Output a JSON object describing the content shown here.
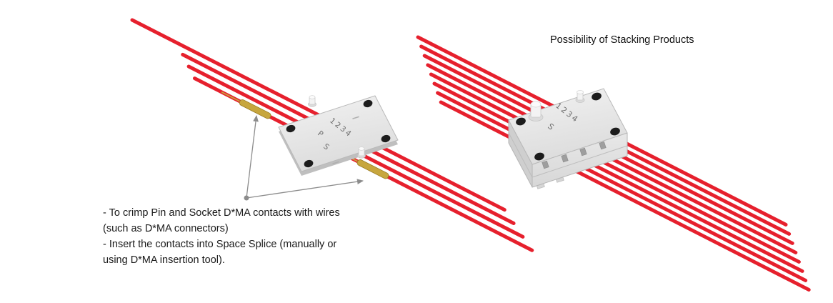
{
  "title": "Possibility of Stacking Products",
  "annotation": {
    "lines": [
      "- To crimp Pin and Socket D*MA contacts with wires",
      "(such as D*MA connectors)",
      "- Insert the contacts into Space Splice (manually or",
      "using D*MA insertion tool)."
    ]
  },
  "plate": {
    "labels": {
      "pin": "P",
      "socket": "S",
      "positions": "1234"
    }
  },
  "stack": {
    "labels": {
      "positions": "1234",
      "socket": "S"
    }
  },
  "colors": {
    "wire": "#e6202d",
    "contact_gold": "#c7a63d",
    "hole": "#1c1c1c",
    "arrow": "#8c8c8c",
    "body_light": "#ececec",
    "body_mid": "#d2d2d2",
    "text": "#1a1a1a"
  }
}
